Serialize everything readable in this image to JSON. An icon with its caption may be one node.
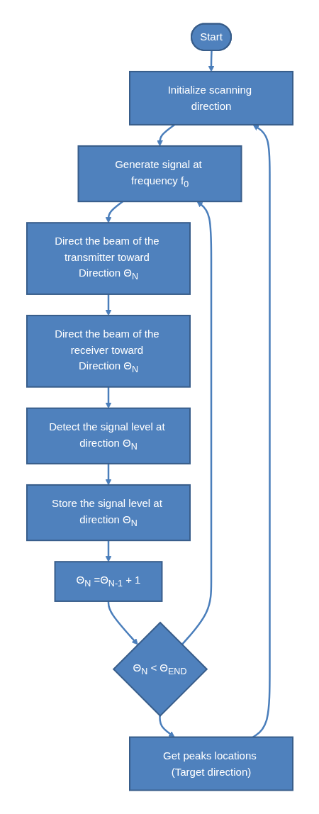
{
  "diagram": {
    "nodes": [
      {
        "text": [
          "Start"
        ]
      },
      {
        "text": [
          "Initialize scanning direction"
        ]
      },
      {
        "text": [
          "Generate signal at frequency f$_{0}$"
        ]
      },
      {
        "text": [
          "Direct the beam of the transmitter toward Direction Θ$_{N}$"
        ]
      },
      {
        "text": [
          "Direct the beam of the receiver toward Direction Θ$_{N}$"
        ]
      },
      {
        "text": [
          "Detect the signal level at direction Θ$_{N}$"
        ]
      },
      {
        "text": [
          "Store the signal level at direction Θ$_{N}$"
        ]
      },
      {
        "text": [
          "Θ$_{N}$ =Θ$_{N-1}$ + 1"
        ]
      },
      {
        "text": [
          "Θ$_{N}$ < Θ$_{END}$"
        ]
      },
      {
        "text": [
          "Get peaks locations (Target direction)"
        ]
      }
    ],
    "edges": [
      {
        "from": 0,
        "to": 1,
        "arrow": "to"
      },
      {
        "from": 1,
        "to": 2,
        "arrow": "to"
      },
      {
        "from": 2,
        "to": 3,
        "arrow": "to"
      },
      {
        "from": 3,
        "to": 4,
        "arrow": "to"
      },
      {
        "from": 4,
        "to": 5,
        "arrow": "to"
      },
      {
        "from": 5,
        "to": 6,
        "arrow": "to"
      },
      {
        "from": 6,
        "to": 7,
        "arrow": "to"
      },
      {
        "from": 7,
        "to": 8,
        "arrow": "to"
      },
      {
        "from": 8,
        "to": 2,
        "arrow": "to"
      },
      {
        "from": 8,
        "to": 9,
        "arrow": "to"
      },
      {
        "from": 9,
        "to": 1,
        "arrow": "to"
      }
    ]
  }
}
